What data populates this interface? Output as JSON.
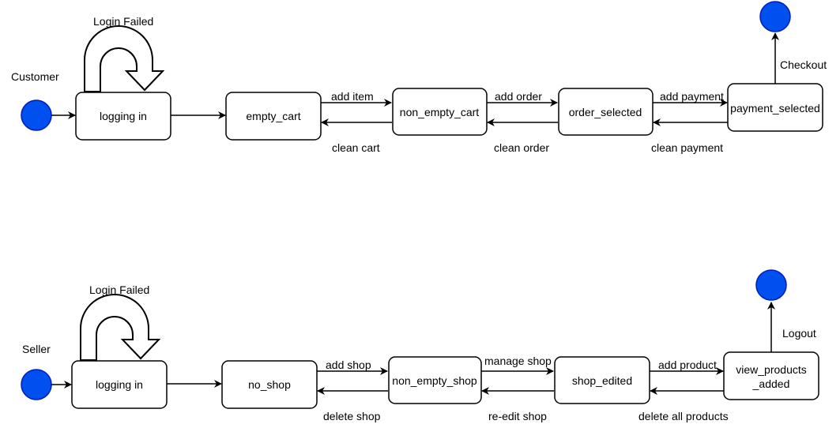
{
  "colors": {
    "initial_fill": "#0050ef",
    "initial_stroke": "#001dbc",
    "stroke": "#000000",
    "background": "#ffffff"
  },
  "customer": {
    "actor": "Customer",
    "self_loop_label": "Login Failed",
    "states": {
      "logging_in": "logging in",
      "empty_cart": "empty_cart",
      "non_empty_cart": "non_empty_cart",
      "order_selected": "order_selected",
      "payment_selected": "payment_selected"
    },
    "edges": {
      "add_item": "add item",
      "clean_cart": "clean cart",
      "add_order": "add order",
      "clean_order": "clean order",
      "add_payment": "add payment",
      "clean_payment": "clean payment",
      "checkout": "Checkout"
    }
  },
  "seller": {
    "actor": "Seller",
    "self_loop_label": "Login Failed",
    "states": {
      "logging_in": "logging in",
      "no_shop": "no_shop",
      "non_empty_shop": "non_empty_shop",
      "shop_edited": "shop_edited",
      "view_products_line1": "view_products",
      "view_products_line2": "_added"
    },
    "edges": {
      "add_shop": "add shop",
      "delete_shop": "delete shop",
      "manage_shop": "manage shop",
      "re_edit_shop": "re-edit shop",
      "add_product": "add product",
      "delete_all_products": "delete all products",
      "logout": "Logout"
    }
  }
}
